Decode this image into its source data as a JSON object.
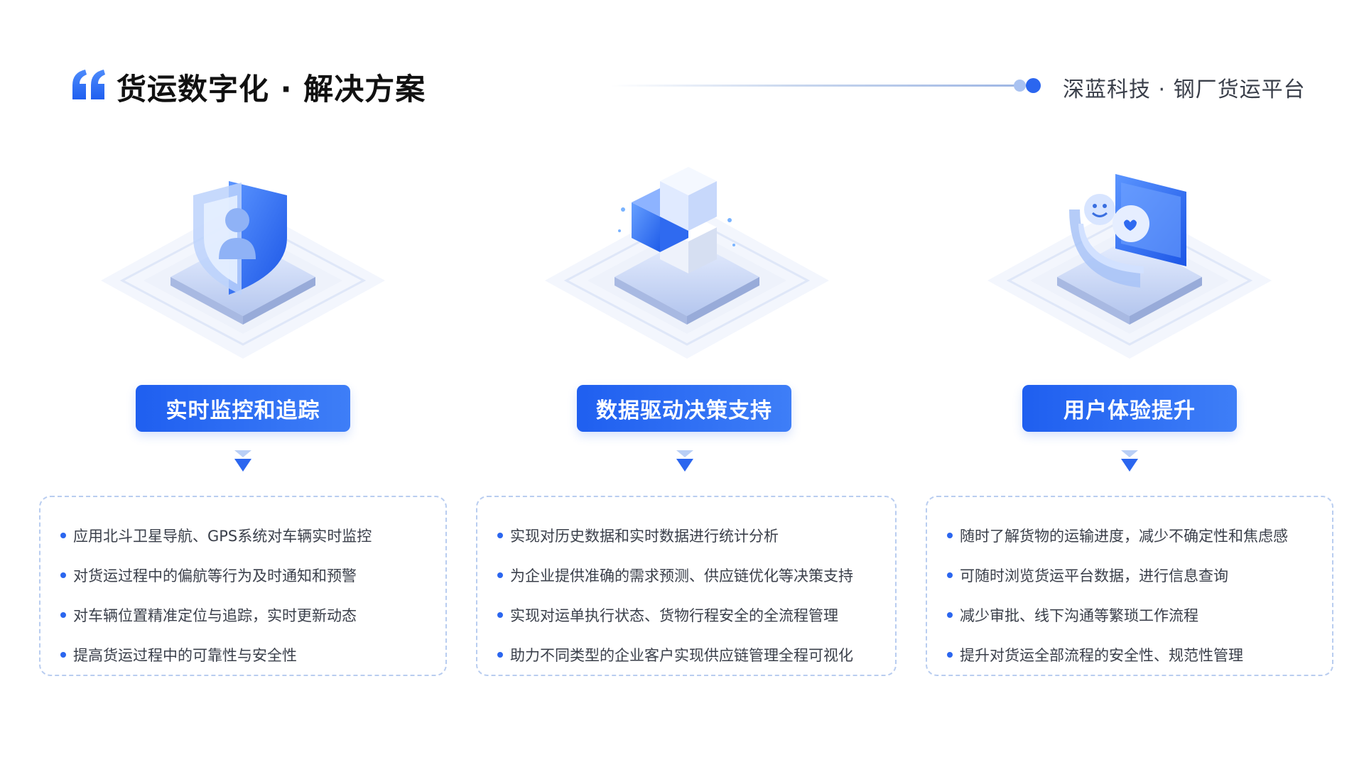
{
  "header": {
    "title": "货运数字化 · 解决方案",
    "company": "深蓝科技 · 钢厂货运平台",
    "accent": "#2b66ef"
  },
  "columns": [
    {
      "icon": "shield-user-icon",
      "title": "实时监控和追踪",
      "items": [
        "应用北斗卫星导航、GPS系统对车辆实时监控",
        "对货运过程中的偏航等行为及时通知和预警",
        "对车辆位置精准定位与追踪，实时更新动态",
        "提高货运过程中的可靠性与安全性"
      ]
    },
    {
      "icon": "data-cubes-icon",
      "title": "数据驱动决策支持",
      "items": [
        "实现对历史数据和实时数据进行统计分析",
        "为企业提供准确的需求预测、供应链优化等决策支持",
        "实现对运单执行状态、货物行程安全的全流程管理",
        "助力不同类型的企业客户实现供应链管理全程可视化"
      ]
    },
    {
      "icon": "user-experience-icon",
      "title": "用户体验提升",
      "items": [
        "随时了解货物的运输进度，减少不确定性和焦虑感",
        "可随时浏览货运平台数据，进行信息查询",
        "减少审批、线下沟通等繁琐工作流程",
        "提升对货运全部流程的安全性、规范性管理"
      ]
    }
  ]
}
